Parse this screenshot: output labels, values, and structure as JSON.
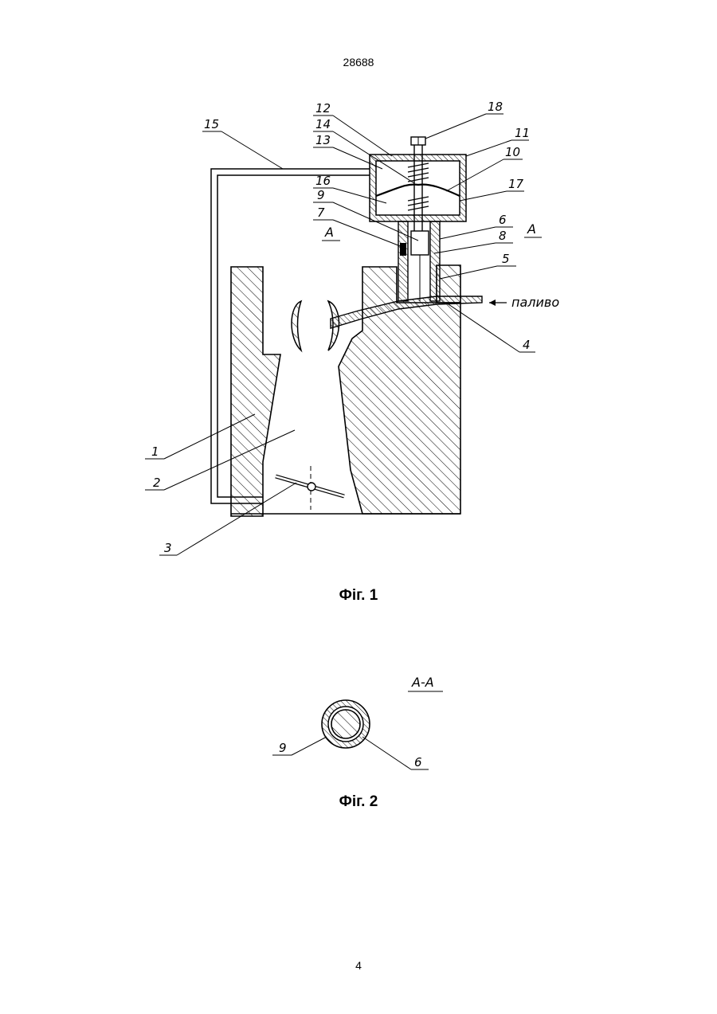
{
  "header": {
    "document_number": "28688"
  },
  "footer": {
    "page_number": "4"
  },
  "figure1": {
    "caption": "Фіг. 1",
    "fuel_label": "паливо",
    "section_mark_left": "А",
    "section_mark_right": "А",
    "labels": {
      "l1": "1",
      "l2": "2",
      "l3": "3",
      "l4": "4",
      "l5": "5",
      "l6": "6",
      "l7": "7",
      "l8": "8",
      "l9": "9",
      "l10": "10",
      "l11": "11",
      "l12": "12",
      "l13": "13",
      "l14": "14",
      "l15": "15",
      "l16": "16",
      "l17": "17",
      "l18": "18"
    }
  },
  "figure2": {
    "caption": "Фіг. 2",
    "section_title": "А-А",
    "labels": {
      "l9": "9",
      "l6": "6"
    }
  },
  "colors": {
    "ink": "#000000",
    "paper": "#ffffff"
  }
}
